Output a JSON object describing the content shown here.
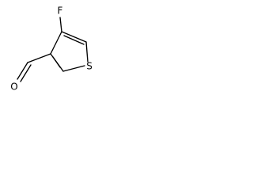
{
  "molecule": {
    "atoms": {
      "fluorine": "F",
      "oxygen": "O",
      "sulfur": "S"
    }
  }
}
